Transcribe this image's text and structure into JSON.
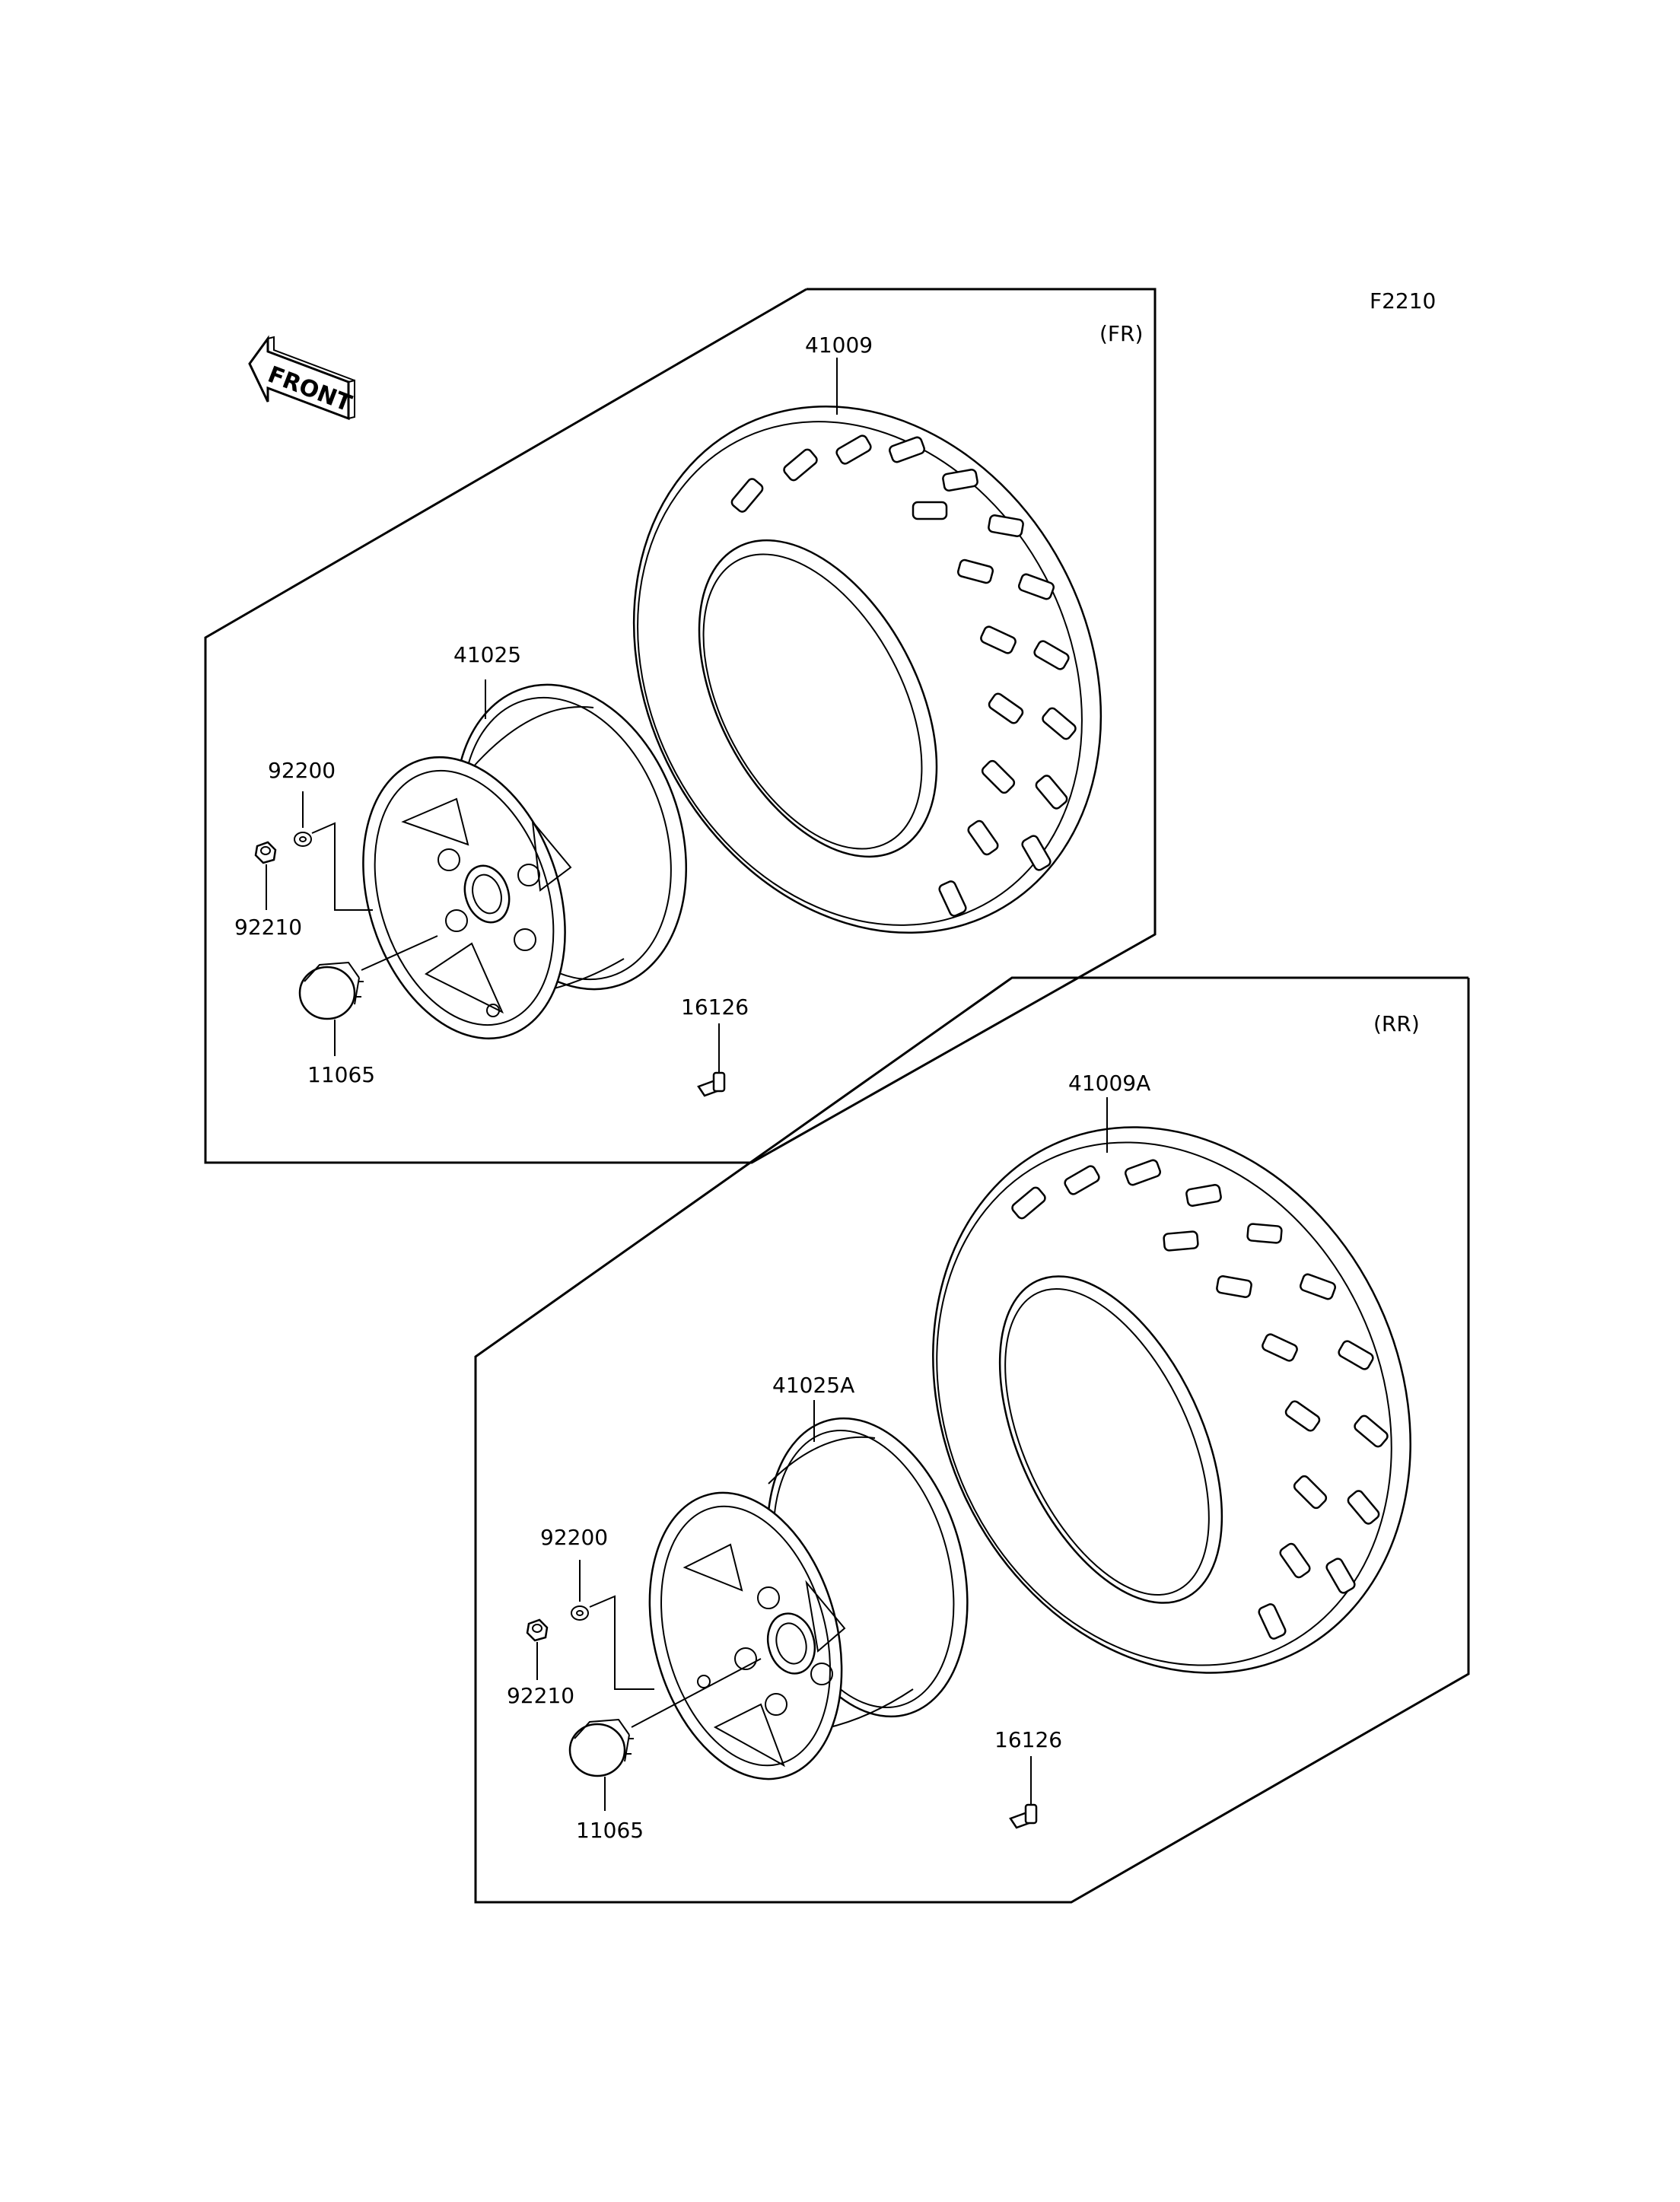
{
  "figure_code": "F2210",
  "front_arrow_text": "FRONT",
  "front_group": {
    "title": "(FR)",
    "parts": {
      "tire": "41009",
      "wheel": "41025",
      "washer": "92200",
      "nut": "92210",
      "cap": "11065",
      "valve": "16126"
    }
  },
  "rear_group": {
    "title": "(RR)",
    "parts": {
      "tire": "41009A",
      "wheel": "41025A",
      "washer": "92200",
      "nut": "92210",
      "cap": "11065",
      "valve": "16126"
    }
  }
}
